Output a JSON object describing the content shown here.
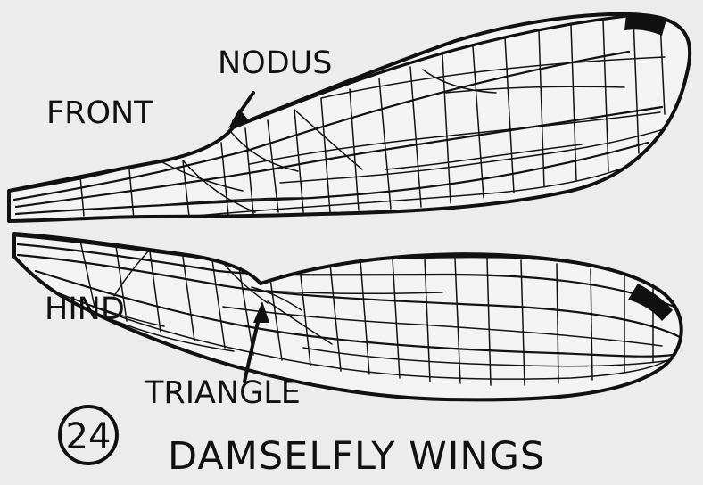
{
  "figure": {
    "number": "24",
    "title": "DAMSELFLY WINGS"
  },
  "labels": {
    "front": "FRONT",
    "nodus": "NODUS",
    "hind": "HIND",
    "triangle": "TRIANGLE"
  },
  "colors": {
    "background": "#ececec",
    "ink": "#111111",
    "wing_fill": "#f3f3f3"
  }
}
